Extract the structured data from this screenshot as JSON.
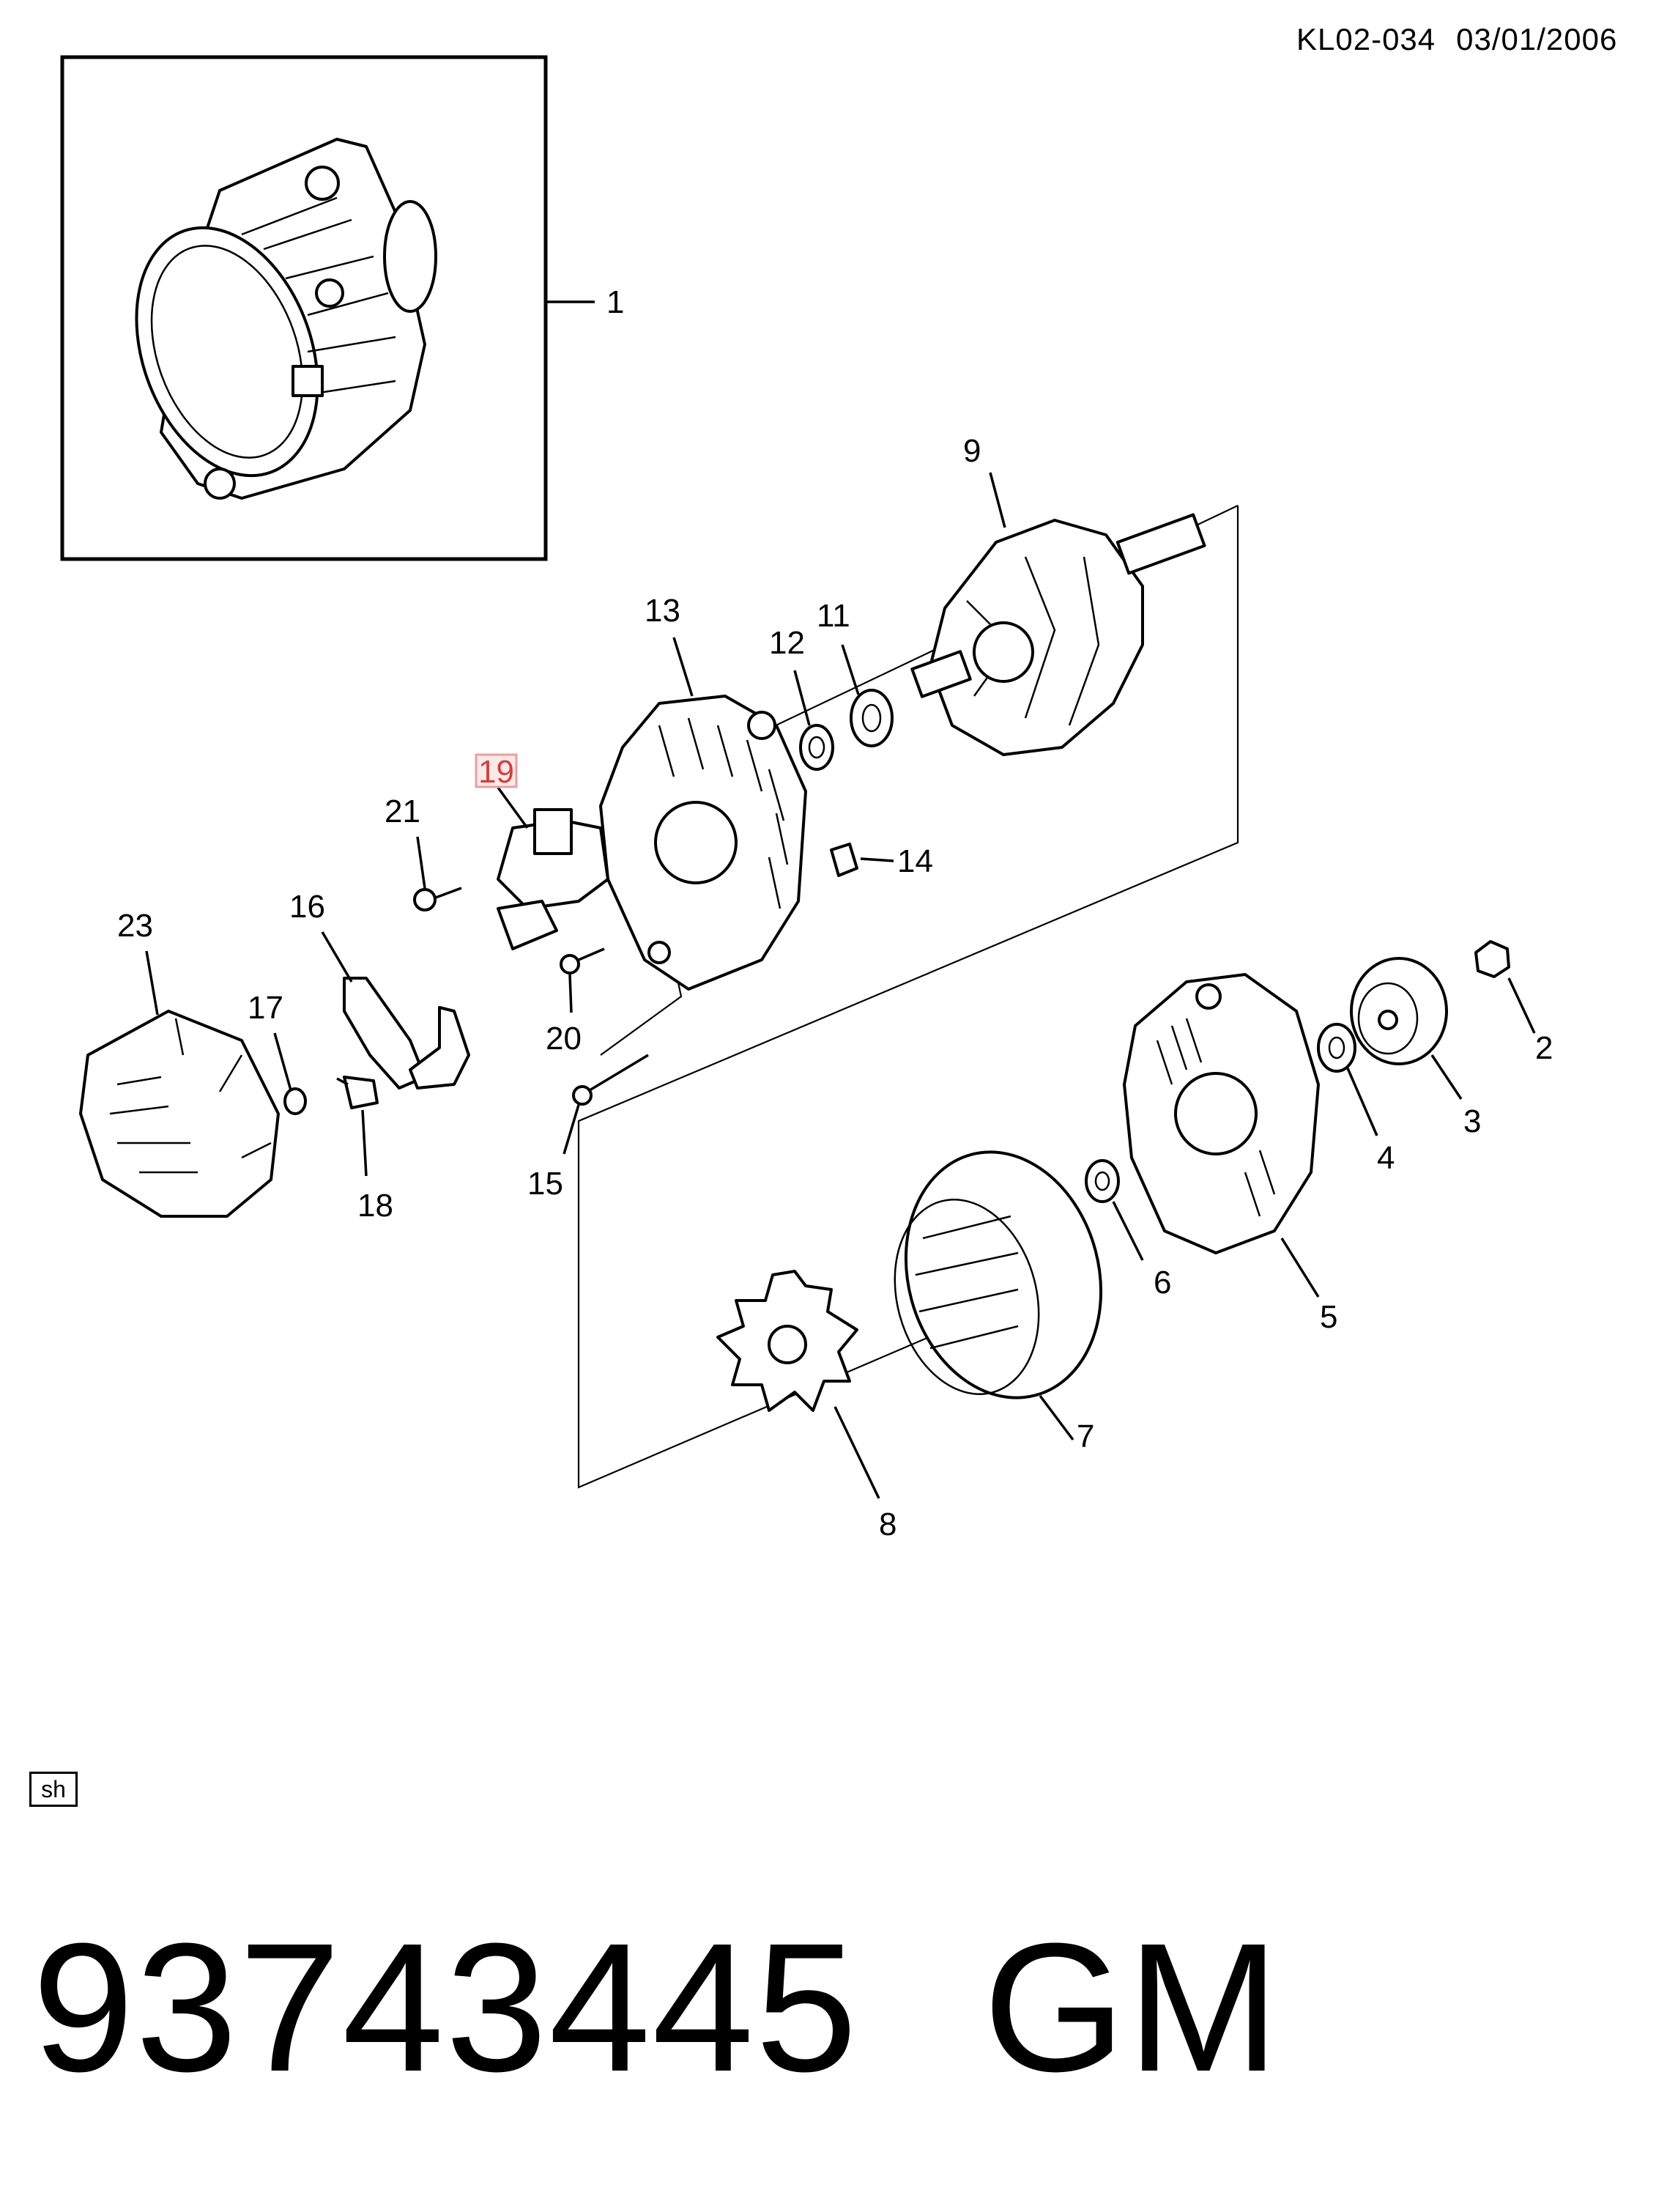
{
  "header": {
    "code": "KL02-034",
    "date": "03/01/2006"
  },
  "callouts": [
    {
      "id": "1",
      "label": "1",
      "highlighted": false
    },
    {
      "id": "2",
      "label": "2",
      "highlighted": false
    },
    {
      "id": "3",
      "label": "3",
      "highlighted": false
    },
    {
      "id": "4",
      "label": "4",
      "highlighted": false
    },
    {
      "id": "5",
      "label": "5",
      "highlighted": false
    },
    {
      "id": "6",
      "label": "6",
      "highlighted": false
    },
    {
      "id": "7",
      "label": "7",
      "highlighted": false
    },
    {
      "id": "8",
      "label": "8",
      "highlighted": false
    },
    {
      "id": "9",
      "label": "9",
      "highlighted": false
    },
    {
      "id": "11",
      "label": "11",
      "highlighted": false
    },
    {
      "id": "12",
      "label": "12",
      "highlighted": false
    },
    {
      "id": "13",
      "label": "13",
      "highlighted": false
    },
    {
      "id": "14",
      "label": "14",
      "highlighted": false
    },
    {
      "id": "15",
      "label": "15",
      "highlighted": false
    },
    {
      "id": "16",
      "label": "16",
      "highlighted": false
    },
    {
      "id": "17",
      "label": "17",
      "highlighted": false
    },
    {
      "id": "18",
      "label": "18",
      "highlighted": false
    },
    {
      "id": "19",
      "label": "19",
      "highlighted": true
    },
    {
      "id": "20",
      "label": "20",
      "highlighted": false
    },
    {
      "id": "21",
      "label": "21",
      "highlighted": false
    },
    {
      "id": "23",
      "label": "23",
      "highlighted": false
    }
  ],
  "highlight_color": "#e8a0a0",
  "highlight_text_color": "#d04040",
  "footer": {
    "box_label": "sh",
    "part_number": "93743445",
    "brand": "GM"
  }
}
